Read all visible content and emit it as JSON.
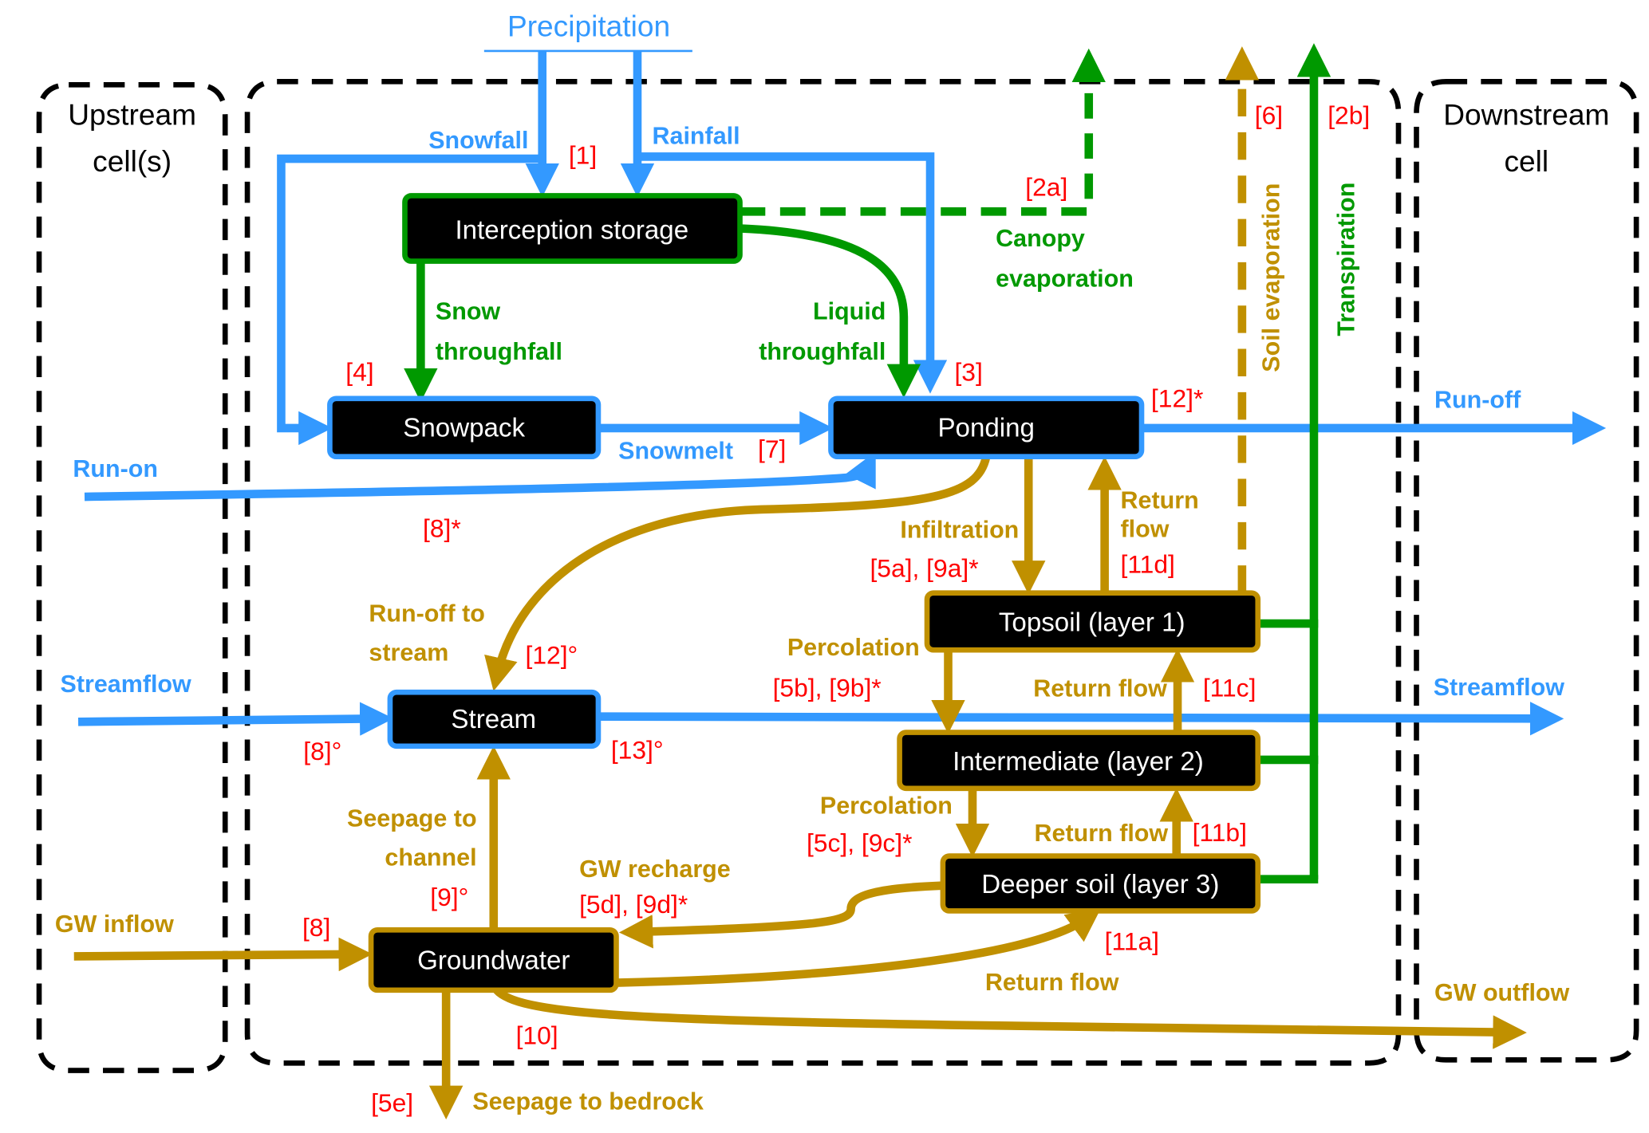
{
  "colors": {
    "water": "#3399ff",
    "soil": "#c09000",
    "vegetation": "#009900",
    "reference": "#ff0000",
    "box_fill": "#000000",
    "box_text": "#ffffff"
  },
  "regions": {
    "upstream": [
      "Upstream",
      "cell(s)"
    ],
    "downstream": [
      "Downstream",
      "cell"
    ]
  },
  "precipitation": "Precipitation",
  "stores": {
    "interception": "Interception storage",
    "snowpack": "Snowpack",
    "ponding": "Ponding",
    "topsoil": "Topsoil (layer 1)",
    "intermediate": "Intermediate (layer 2)",
    "deeper": "Deeper soil (layer 3)",
    "stream": "Stream",
    "groundwater": "Groundwater"
  },
  "fluxes": {
    "snowfall": "Snowfall",
    "rainfall": "Rainfall",
    "canopy_evaporation": [
      "Canopy",
      "evaporation"
    ],
    "snow_throughfall": [
      "Snow",
      "throughfall"
    ],
    "liquid_throughfall": [
      "Liquid",
      "throughfall"
    ],
    "snowmelt": "Snowmelt",
    "run_on": "Run-on",
    "run_off": "Run-off",
    "soil_evaporation": "Soil evaporation",
    "transpiration": "Transpiration",
    "infiltration": "Infiltration",
    "return_flow_topsoil": [
      "Return",
      "flow"
    ],
    "run_off_to_stream": [
      "Run-off to",
      "stream"
    ],
    "percolation_1": "Percolation",
    "return_flow_intermediate": "Return flow",
    "streamflow_in": "Streamflow",
    "streamflow_out": "Streamflow",
    "percolation_2": "Percolation",
    "return_flow_deeper": "Return flow",
    "seepage_to_channel": [
      "Seepage to",
      "channel"
    ],
    "gw_recharge": "GW recharge",
    "gw_inflow": "GW inflow",
    "return_flow_gw": "Return flow",
    "gw_outflow": "GW outflow",
    "seepage_to_bedrock": "Seepage to bedrock"
  },
  "references": {
    "r1": "[1]",
    "r2a": "[2a]",
    "r2b": "[2b]",
    "r3": "[3]",
    "r4": "[4]",
    "r6": "[6]",
    "r7": "[7]",
    "r12star": "[12]*",
    "r8star": "[8]*",
    "r5a9a": "[5a], [9a]*",
    "r11d": "[11d]",
    "r12deg": "[12]°",
    "r5b9b": "[5b], [9b]*",
    "r11c": "[11c]",
    "r8deg": "[8]°",
    "r13deg": "[13]°",
    "r5c9c": "[5c], [9c]*",
    "r11b": "[11b]",
    "r9deg": "[9]°",
    "r5d9d": "[5d], [9d]*",
    "r8": "[8]",
    "r11a": "[11a]",
    "r10": "[10]",
    "r5e": "[5e]"
  }
}
